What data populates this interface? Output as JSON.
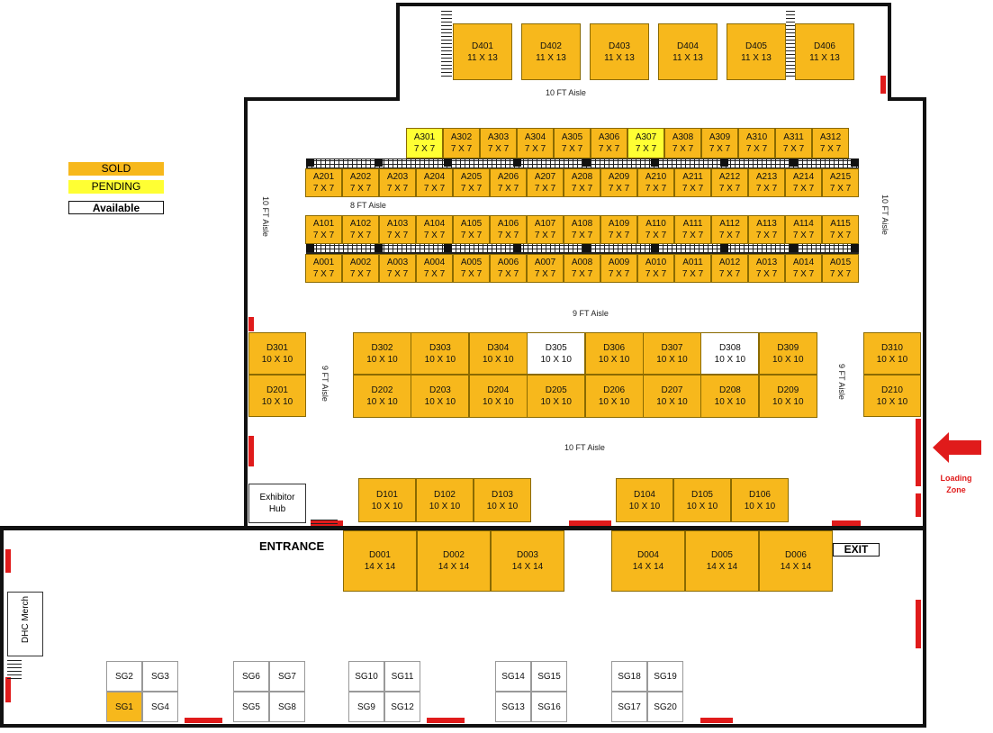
{
  "legend": {
    "sold": "SOLD",
    "pending": "PENDING",
    "available": "Available"
  },
  "colors": {
    "sold": "#f7b81c",
    "pending": "#ffff33",
    "available": "#ffffff",
    "walls": "#111111",
    "doors": "#e01b1b"
  },
  "aisles": {
    "top": "10 FT Aisle",
    "eight": "8 FT Aisle",
    "nine_h": "9 FT Aisle",
    "nine_left": "9 FT Aisle",
    "nine_right": "9 FT Aisle",
    "ten_mid": "10 FT Aisle",
    "ten_left": "10 FT Aisle",
    "ten_right": "10 FT Aisle"
  },
  "labels": {
    "exhibitor_hub": "Exhibitor Hub",
    "dhc_merch": "DHC Merch",
    "entrance": "ENTRANCE",
    "exit": "EXIT",
    "loading_zone": "Loading Zone"
  },
  "booths": {
    "d400": [
      {
        "id": "D401",
        "size": "11 X 13",
        "status": "sold"
      },
      {
        "id": "D402",
        "size": "11 X 13",
        "status": "sold"
      },
      {
        "id": "D403",
        "size": "11 X 13",
        "status": "sold"
      },
      {
        "id": "D404",
        "size": "11 X 13",
        "status": "sold"
      },
      {
        "id": "D405",
        "size": "11 X 13",
        "status": "sold"
      },
      {
        "id": "D406",
        "size": "11 X 13",
        "status": "sold"
      }
    ],
    "a300": [
      {
        "id": "A301",
        "size": "7 X 7",
        "status": "pending"
      },
      {
        "id": "A302",
        "size": "7 X 7",
        "status": "sold"
      },
      {
        "id": "A303",
        "size": "7 X 7",
        "status": "sold"
      },
      {
        "id": "A304",
        "size": "7 X 7",
        "status": "sold"
      },
      {
        "id": "A305",
        "size": "7 X 7",
        "status": "sold"
      },
      {
        "id": "A306",
        "size": "7 X 7",
        "status": "sold"
      },
      {
        "id": "A307",
        "size": "7 X 7",
        "status": "pending"
      },
      {
        "id": "A308",
        "size": "7 X 7",
        "status": "sold"
      },
      {
        "id": "A309",
        "size": "7 X 7",
        "status": "sold"
      },
      {
        "id": "A310",
        "size": "7 X 7",
        "status": "sold"
      },
      {
        "id": "A311",
        "size": "7 X 7",
        "status": "sold"
      },
      {
        "id": "A312",
        "size": "7 X 7",
        "status": "sold"
      }
    ],
    "a200": [
      {
        "id": "A201",
        "size": "7 X 7",
        "status": "sold"
      },
      {
        "id": "A202",
        "size": "7 X 7",
        "status": "sold"
      },
      {
        "id": "A203",
        "size": "7 X 7",
        "status": "sold"
      },
      {
        "id": "A204",
        "size": "7 X 7",
        "status": "sold"
      },
      {
        "id": "A205",
        "size": "7 X 7",
        "status": "sold"
      },
      {
        "id": "A206",
        "size": "7 X 7",
        "status": "sold"
      },
      {
        "id": "A207",
        "size": "7 X 7",
        "status": "sold"
      },
      {
        "id": "A208",
        "size": "7 X 7",
        "status": "sold"
      },
      {
        "id": "A209",
        "size": "7 X 7",
        "status": "sold"
      },
      {
        "id": "A210",
        "size": "7 X 7",
        "status": "sold"
      },
      {
        "id": "A211",
        "size": "7 X 7",
        "status": "sold"
      },
      {
        "id": "A212",
        "size": "7 X 7",
        "status": "sold"
      },
      {
        "id": "A213",
        "size": "7 X 7",
        "status": "sold"
      },
      {
        "id": "A214",
        "size": "7 X 7",
        "status": "sold"
      },
      {
        "id": "A215",
        "size": "7 X 7",
        "status": "sold"
      }
    ],
    "a100": [
      {
        "id": "A101",
        "size": "7 X 7",
        "status": "sold"
      },
      {
        "id": "A102",
        "size": "7 X 7",
        "status": "sold"
      },
      {
        "id": "A103",
        "size": "7 X 7",
        "status": "sold"
      },
      {
        "id": "A104",
        "size": "7 X 7",
        "status": "sold"
      },
      {
        "id": "A105",
        "size": "7 X 7",
        "status": "sold"
      },
      {
        "id": "A106",
        "size": "7 X 7",
        "status": "sold"
      },
      {
        "id": "A107",
        "size": "7 X 7",
        "status": "sold"
      },
      {
        "id": "A108",
        "size": "7 X 7",
        "status": "sold"
      },
      {
        "id": "A109",
        "size": "7 X 7",
        "status": "sold"
      },
      {
        "id": "A110",
        "size": "7 X 7",
        "status": "sold"
      },
      {
        "id": "A111",
        "size": "7 X 7",
        "status": "sold"
      },
      {
        "id": "A112",
        "size": "7 X 7",
        "status": "sold"
      },
      {
        "id": "A113",
        "size": "7 X 7",
        "status": "sold"
      },
      {
        "id": "A114",
        "size": "7 X 7",
        "status": "sold"
      },
      {
        "id": "A115",
        "size": "7 X 7",
        "status": "sold"
      }
    ],
    "a000": [
      {
        "id": "A001",
        "size": "7 X 7",
        "status": "sold"
      },
      {
        "id": "A002",
        "size": "7 X 7",
        "status": "sold"
      },
      {
        "id": "A003",
        "size": "7 X 7",
        "status": "sold"
      },
      {
        "id": "A004",
        "size": "7 X 7",
        "status": "sold"
      },
      {
        "id": "A005",
        "size": "7 X 7",
        "status": "sold"
      },
      {
        "id": "A006",
        "size": "7 X 7",
        "status": "sold"
      },
      {
        "id": "A007",
        "size": "7 X 7",
        "status": "sold"
      },
      {
        "id": "A008",
        "size": "7 X 7",
        "status": "sold"
      },
      {
        "id": "A009",
        "size": "7 X 7",
        "status": "sold"
      },
      {
        "id": "A010",
        "size": "7 X 7",
        "status": "sold"
      },
      {
        "id": "A011",
        "size": "7 X 7",
        "status": "sold"
      },
      {
        "id": "A012",
        "size": "7 X 7",
        "status": "sold"
      },
      {
        "id": "A013",
        "size": "7 X 7",
        "status": "sold"
      },
      {
        "id": "A014",
        "size": "7 X 7",
        "status": "sold"
      },
      {
        "id": "A015",
        "size": "7 X 7",
        "status": "sold"
      }
    ],
    "d300": [
      {
        "id": "D302",
        "size": "10 X 10",
        "status": "sold"
      },
      {
        "id": "D303",
        "size": "10 X 10",
        "status": "sold"
      },
      {
        "id": "D304",
        "size": "10 X 10",
        "status": "sold"
      },
      {
        "id": "D305",
        "size": "10 X 10",
        "status": "available"
      },
      {
        "id": "D306",
        "size": "10 X 10",
        "status": "sold"
      },
      {
        "id": "D307",
        "size": "10 X 10",
        "status": "sold"
      },
      {
        "id": "D308",
        "size": "10 X 10",
        "status": "available"
      },
      {
        "id": "D309",
        "size": "10 X 10",
        "status": "sold"
      }
    ],
    "d200": [
      {
        "id": "D202",
        "size": "10 X 10",
        "status": "sold"
      },
      {
        "id": "D203",
        "size": "10 X 10",
        "status": "sold"
      },
      {
        "id": "D204",
        "size": "10 X 10",
        "status": "sold"
      },
      {
        "id": "D205",
        "size": "10 X 10",
        "status": "sold"
      },
      {
        "id": "D206",
        "size": "10 X 10",
        "status": "sold"
      },
      {
        "id": "D207",
        "size": "10 X 10",
        "status": "sold"
      },
      {
        "id": "D208",
        "size": "10 X 10",
        "status": "sold"
      },
      {
        "id": "D209",
        "size": "10 X 10",
        "status": "sold"
      }
    ],
    "d_left": [
      {
        "id": "D301",
        "size": "10 X 10",
        "status": "sold"
      },
      {
        "id": "D201",
        "size": "10 X 10",
        "status": "sold"
      }
    ],
    "d_right": [
      {
        "id": "D310",
        "size": "10 X 10",
        "status": "sold"
      },
      {
        "id": "D210",
        "size": "10 X 10",
        "status": "sold"
      }
    ],
    "d100a": [
      {
        "id": "D101",
        "size": "10 X 10",
        "status": "sold"
      },
      {
        "id": "D102",
        "size": "10 X 10",
        "status": "sold"
      },
      {
        "id": "D103",
        "size": "10 X 10",
        "status": "sold"
      }
    ],
    "d100b": [
      {
        "id": "D104",
        "size": "10 X 10",
        "status": "sold"
      },
      {
        "id": "D105",
        "size": "10 X 10",
        "status": "sold"
      },
      {
        "id": "D106",
        "size": "10 X 10",
        "status": "sold"
      }
    ],
    "d000a": [
      {
        "id": "D001",
        "size": "14 X 14",
        "status": "sold"
      },
      {
        "id": "D002",
        "size": "14 X 14",
        "status": "sold"
      },
      {
        "id": "D003",
        "size": "14 X 14",
        "status": "sold"
      }
    ],
    "d000b": [
      {
        "id": "D004",
        "size": "14 X 14",
        "status": "sold"
      },
      {
        "id": "D005",
        "size": "14 X 14",
        "status": "sold"
      },
      {
        "id": "D006",
        "size": "14 X 14",
        "status": "sold"
      }
    ],
    "sg": [
      {
        "id": "SG2",
        "status": "available"
      },
      {
        "id": "SG3",
        "status": "available"
      },
      {
        "id": "SG1",
        "status": "sold"
      },
      {
        "id": "SG4",
        "status": "available"
      },
      {
        "id": "SG6",
        "status": "available"
      },
      {
        "id": "SG7",
        "status": "available"
      },
      {
        "id": "SG5",
        "status": "available"
      },
      {
        "id": "SG8",
        "status": "available"
      },
      {
        "id": "SG10",
        "status": "available"
      },
      {
        "id": "SG11",
        "status": "available"
      },
      {
        "id": "SG9",
        "status": "available"
      },
      {
        "id": "SG12",
        "status": "available"
      },
      {
        "id": "SG14",
        "status": "available"
      },
      {
        "id": "SG15",
        "status": "available"
      },
      {
        "id": "SG13",
        "status": "available"
      },
      {
        "id": "SG16",
        "status": "available"
      },
      {
        "id": "SG18",
        "status": "available"
      },
      {
        "id": "SG19",
        "status": "available"
      },
      {
        "id": "SG17",
        "status": "available"
      },
      {
        "id": "SG20",
        "status": "available"
      }
    ]
  }
}
